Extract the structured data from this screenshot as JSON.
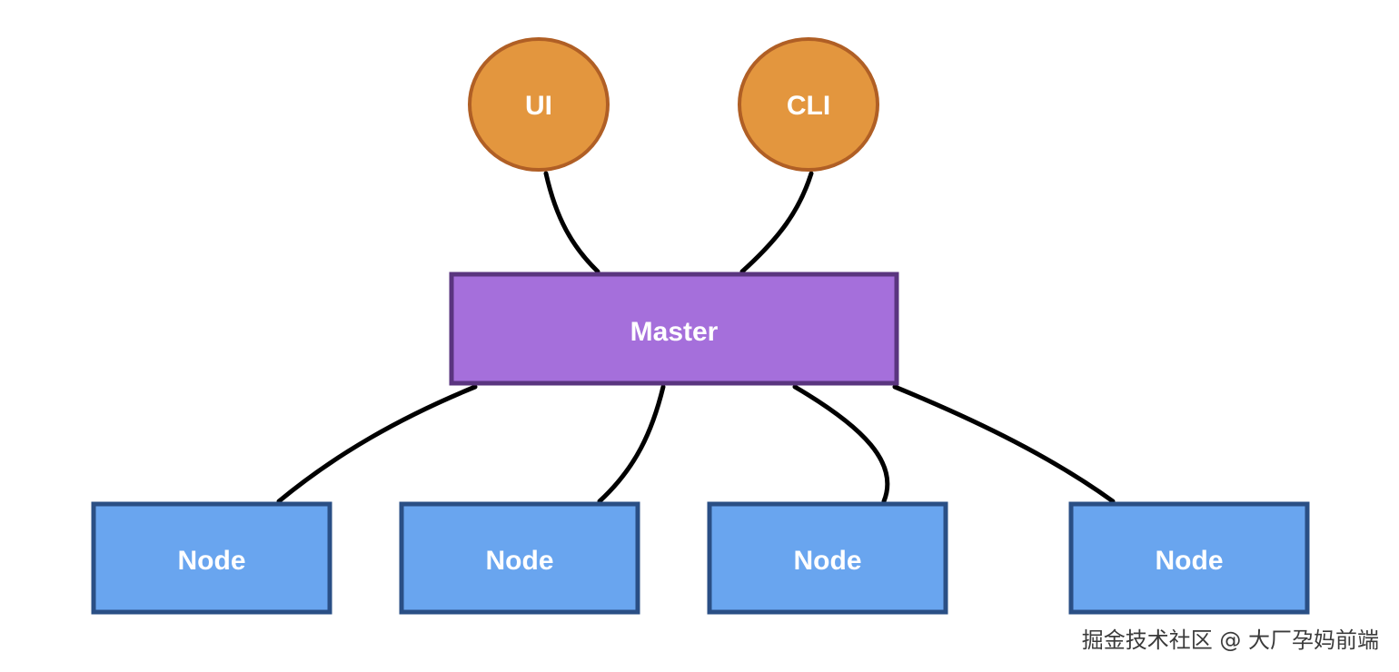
{
  "clients": {
    "ui_label": "UI",
    "cli_label": "CLI"
  },
  "master": {
    "label": "Master"
  },
  "nodes": [
    {
      "label": "Node"
    },
    {
      "label": "Node"
    },
    {
      "label": "Node"
    },
    {
      "label": "Node"
    }
  ],
  "colors": {
    "client_fill": "#e3963e",
    "client_stroke": "#b05f25",
    "master_fill": "#a56fdb",
    "master_stroke": "#5a357f",
    "node_fill": "#69a5ef",
    "node_stroke": "#2a4f85",
    "connector": "#000000"
  },
  "watermark": "掘金技术社区 @ 大厂孕妈前端"
}
